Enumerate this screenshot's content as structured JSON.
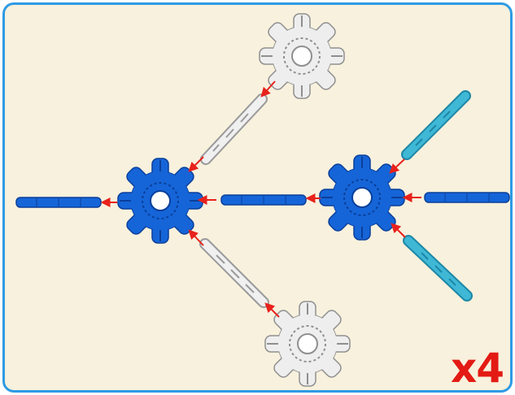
{
  "multiplier_label": "x4",
  "colors": {
    "frame": "#2e9be3",
    "background": "#f8f1dd",
    "blue_part": "#1565d8",
    "blue_dark": "#0b3f9a",
    "cyan_part": "#3fb8d6",
    "white_part": "#eeeeee",
    "arrow": "#e8221c",
    "multiplier": "#e31b14"
  },
  "parts": [
    {
      "kind": "star-connector",
      "color": "blue",
      "count": 2
    },
    {
      "kind": "star-connector",
      "color": "white",
      "count": 2
    },
    {
      "kind": "straight-rod",
      "color": "blue",
      "count": 3
    },
    {
      "kind": "straight-rod",
      "color": "white",
      "count": 2
    },
    {
      "kind": "straight-rod",
      "color": "cyan",
      "count": 2
    }
  ]
}
